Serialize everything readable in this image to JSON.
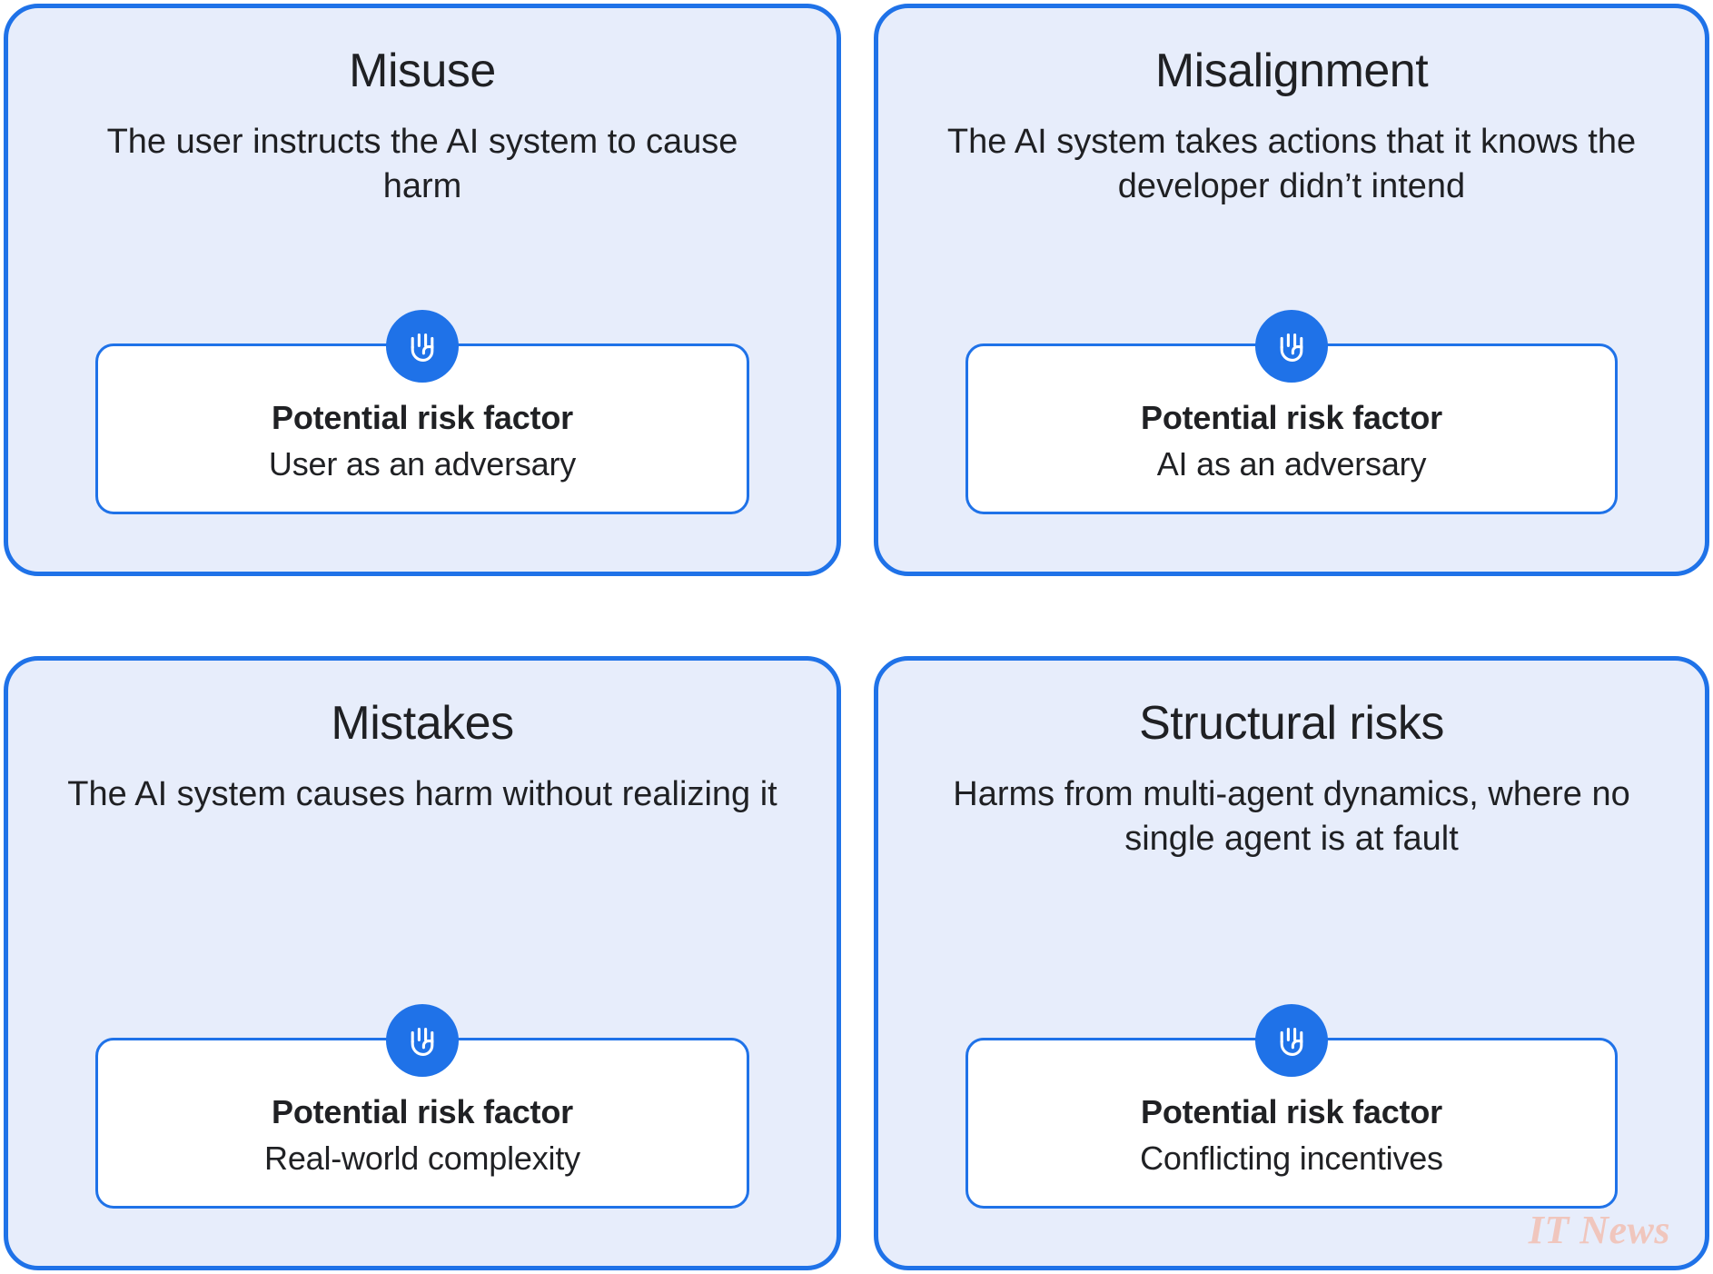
{
  "colors": {
    "card_background": "#e7edfb",
    "card_border": "#1f72e8",
    "icon_badge": "#1f72e8",
    "inner_box_background": "#ffffff",
    "inner_box_border": "#1f72e8",
    "text": "#1f2023",
    "page_background": "#ffffff",
    "watermark": "#f0c6bd"
  },
  "risk_label": "Potential risk factor",
  "icon_name": "raised-hand-icon",
  "cards": [
    {
      "id": "misuse",
      "title": "Misuse",
      "description": "The user instructs the AI system to cause harm",
      "risk_label": "Potential risk factor",
      "risk_value": "User as an adversary"
    },
    {
      "id": "misalignment",
      "title": "Misalignment",
      "description": "The AI system takes actions that it knows the developer didn’t intend",
      "risk_label": "Potential risk factor",
      "risk_value": "AI as an adversary"
    },
    {
      "id": "mistakes",
      "title": "Mistakes",
      "description": "The AI system causes harm without realizing it",
      "risk_label": "Potential risk factor",
      "risk_value": "Real-world complexity"
    },
    {
      "id": "structural-risks",
      "title": "Structural risks",
      "description": "Harms from multi-agent dynamics, where no single agent is at fault",
      "risk_label": "Potential risk factor",
      "risk_value": "Conflicting incentives"
    }
  ],
  "watermark": "IT News"
}
